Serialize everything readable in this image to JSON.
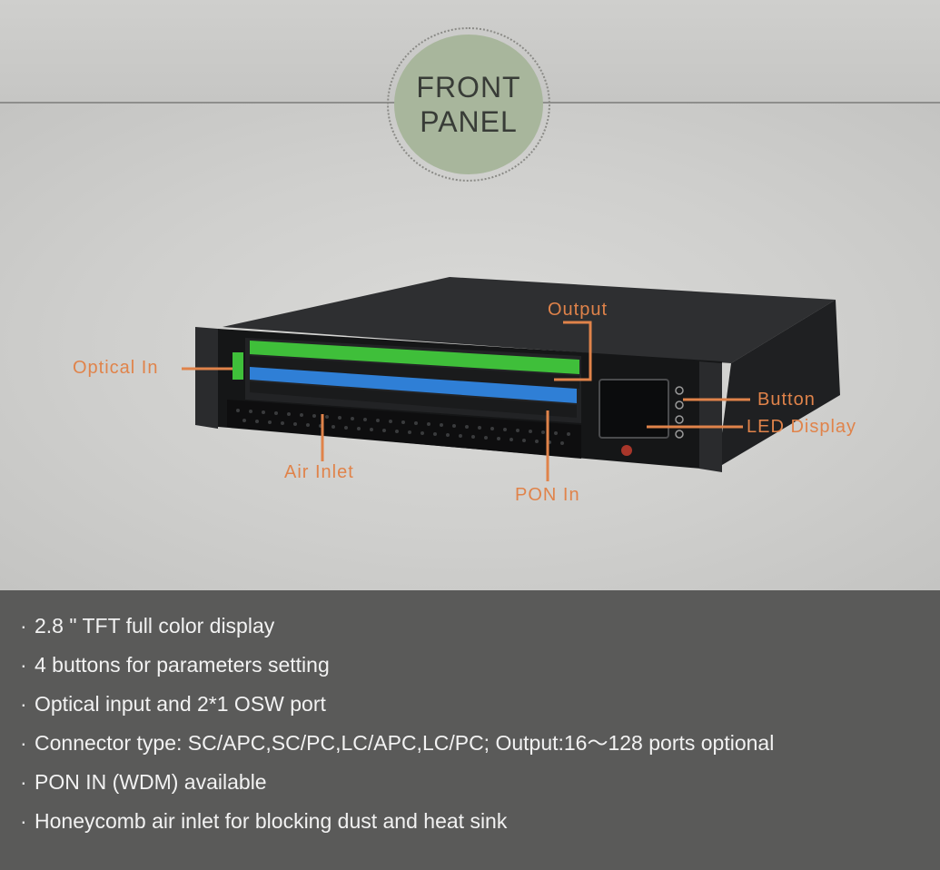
{
  "badge": {
    "line1": "FRONT",
    "line2": "PANEL"
  },
  "callouts": {
    "optical_in": "Optical In",
    "output": "Output",
    "button": "Button",
    "led_display": "LED Display",
    "air_inlet": "Air Inlet",
    "pon_in": "PON In"
  },
  "specs": [
    "2.8 \" TFT full color display",
    "4 buttons for parameters setting",
    "Optical input and 2*1 OSW port",
    "Connector type: SC/APC,SC/PC,LC/APC,LC/PC; Output:16～128 ports optional",
    "PON IN (WDM) available",
    "Honeycomb air inlet for blocking dust and heat sink"
  ],
  "colors": {
    "callout": "#e0834a",
    "badge_fill": "#a8b69c",
    "spec_panel": "#5a5a59",
    "port_green": "#3fbf3a",
    "port_blue": "#2f7fd6"
  }
}
